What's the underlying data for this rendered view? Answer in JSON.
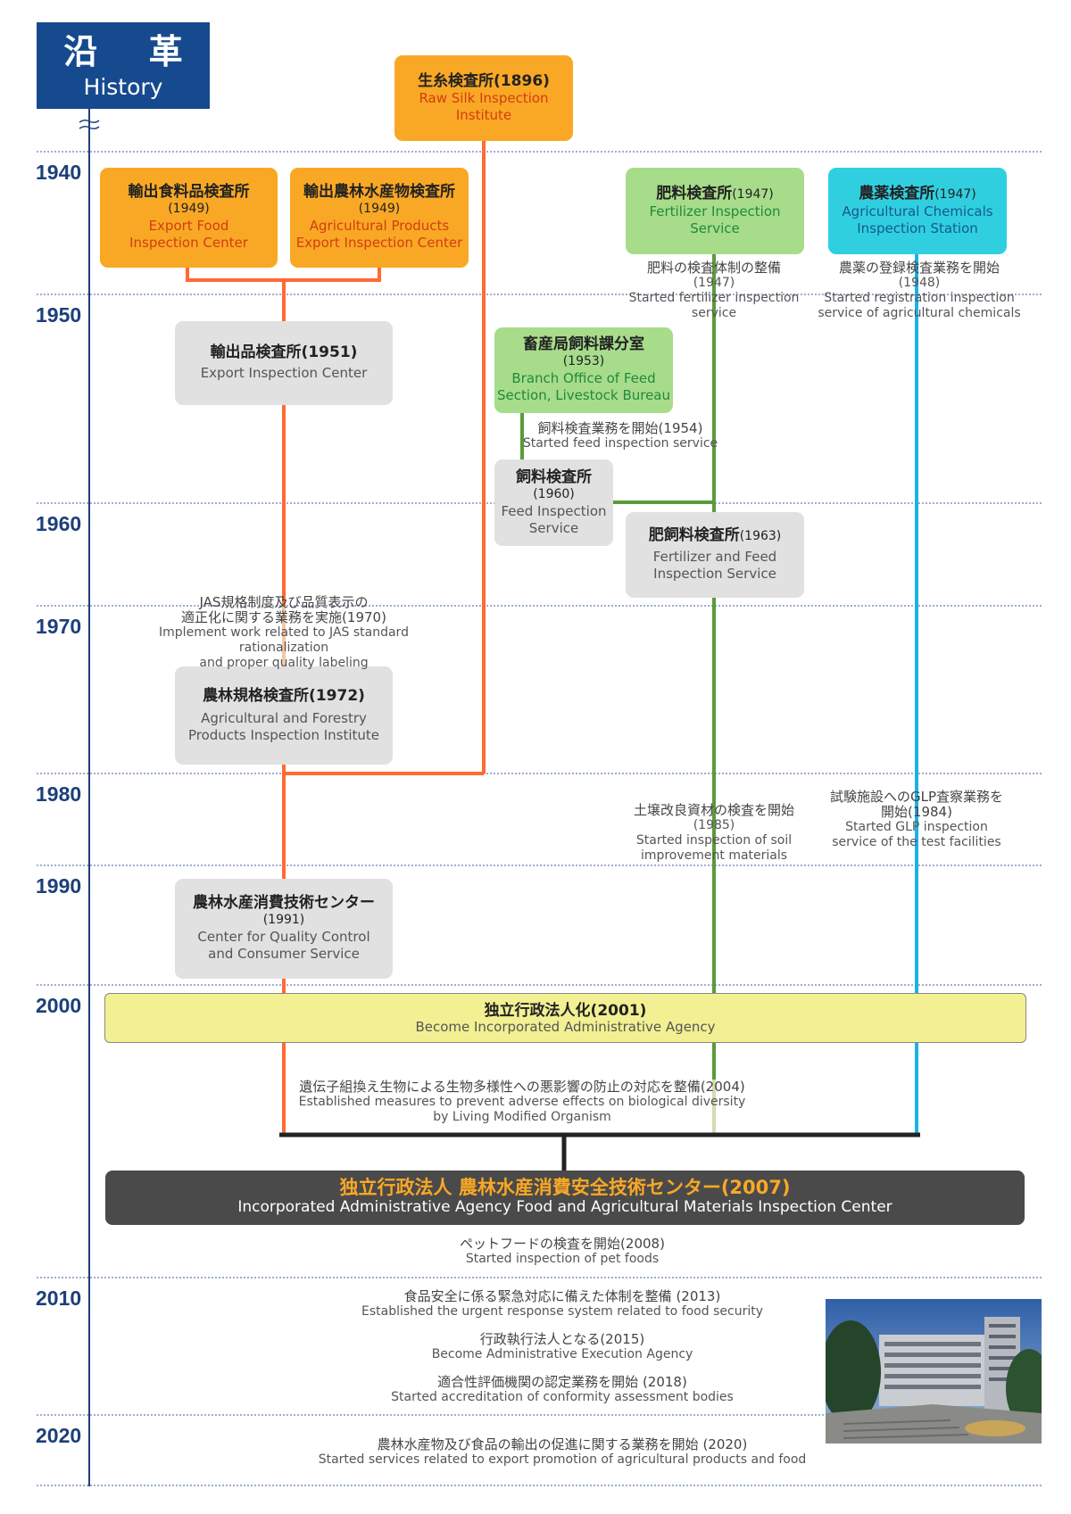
{
  "header": {
    "title_jp": "沿 革",
    "title_en": "History"
  },
  "years": [
    "1940",
    "1950",
    "1960",
    "1970",
    "1980",
    "1990",
    "2000",
    "2010",
    "2020"
  ],
  "colors": {
    "header": "#164a8e",
    "orange": "#ff6a33",
    "green": "#5b9a3c",
    "cyan": "#1ab2e6",
    "agency": "#f2f092",
    "famic": "#4a4a4a"
  },
  "boxes": {
    "raw_silk": {
      "jp": "生糸検査所(1896)",
      "en1": "Raw Silk Inspection",
      "en2": "Institute"
    },
    "export_food": {
      "jp": "輸出食料品検査所",
      "year": "(1949)",
      "en1": "Export Food",
      "en2": "Inspection Center"
    },
    "export_agri": {
      "jp": "輸出農林水産物検査所",
      "year": "(1949)",
      "en1": "Agricultural Products",
      "en2": "Export Inspection Center"
    },
    "fertilizer": {
      "jp": "肥料検査所",
      "year": "(1947)",
      "en1": "Fertilizer Inspection",
      "en2": "Service"
    },
    "agchem": {
      "jp": "農薬検査所",
      "year": "(1947)",
      "en1": "Agricultural Chemicals",
      "en2": "Inspection Station"
    },
    "export_insp": {
      "jp": "輸出品検査所(1951)",
      "en1": "Export Inspection Center"
    },
    "feed_branch": {
      "jp": "畜産局飼料課分室",
      "year": "(1953)",
      "en1": "Branch Office of Feed",
      "en2": "Section, Livestock Bureau"
    },
    "feed_insp": {
      "jp": "飼料検査所",
      "year": "(1960)",
      "en1": "Feed Inspection",
      "en2": "Service"
    },
    "fert_feed": {
      "jp": "肥飼料検査所",
      "year": "(1963)",
      "en1": "Fertilizer and Feed",
      "en2": "Inspection Service"
    },
    "agri_forest": {
      "jp": "農林規格検査所(1972)",
      "en1": "Agricultural and Forestry",
      "en2": "Products Inspection Institute"
    },
    "cqcs": {
      "jp": "農林水産消費技術センター",
      "year": "(1991)",
      "en1": "Center for Quality Control",
      "en2": "and Consumer Service"
    }
  },
  "notes": {
    "fert_system": {
      "jp": "肥料の検査体制の整備",
      "year": "(1947)",
      "en": "Started fertilizer inspection service"
    },
    "agchem_reg": {
      "jp": "農薬の登録検査業務を開始",
      "year": "(1948)",
      "en1": "Started registration inspection",
      "en2": "service of agricultural chemicals"
    },
    "feed_start": {
      "jp": "飼料検査業務を開始(1954)",
      "en": "Started feed inspection service"
    },
    "jas": {
      "jp1": "JAS規格制度及び品質表示の",
      "jp2": "適正化に関する業務を実施(1970)",
      "en1": "Implement work related to JAS standard rationalization",
      "en2": "and proper quality labeling"
    },
    "soil": {
      "jp": "土壌改良資材の検査を開始",
      "year": "(1985)",
      "en1": "Started inspection of soil",
      "en2": "improvement materials"
    },
    "glp": {
      "jp1": "試験施設へのGLP査察業務を",
      "jp2": "開始(1984)",
      "en1": "Started GLP inspection",
      "en2": "service of the test facilities"
    },
    "lmo": {
      "jp": "遺伝子組換え生物による生物多様性への悪影響の防止の対応を整備(2004)",
      "en1": "Established measures to prevent adverse effects on biological diversity",
      "en2": "by Living Modified Organism"
    },
    "pet": {
      "jp": "ペットフードの検査を開始(2008)",
      "en": "Started inspection of pet foods"
    },
    "urgent": {
      "jp": "食品安全に係る緊急対応に備えた体制を整備 (2013)",
      "en": "Established the urgent response system related to food security"
    },
    "exec": {
      "jp": "行政執行法人となる(2015)",
      "en": "Become Administrative Execution Agency"
    },
    "accred": {
      "jp": "適合性評価機関の認定業務を開始 (2018)",
      "en": "Started accreditation of conformity assessment bodies"
    },
    "export2020": {
      "jp": "農林水産物及び食品の輸出の促進に関する業務を開始 (2020)",
      "en": "Started services related to export promotion of agricultural products and food"
    }
  },
  "agency": {
    "jp": "独立行政法人化(2001)",
    "en": "Become Incorporated Administrative Agency"
  },
  "famic": {
    "jp": "独立行政法人 農林水産消費安全技術センター(2007)",
    "en": "Incorporated Administrative Agency Food and Agricultural Materials  Inspection Center"
  }
}
